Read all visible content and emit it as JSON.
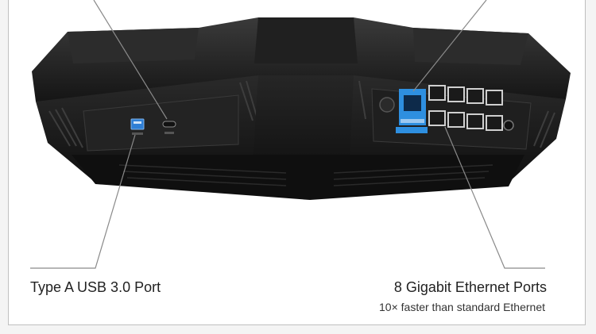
{
  "callouts": {
    "usb": {
      "title": "Type A USB 3.0 Port"
    },
    "ethernet": {
      "title": "8 Gigabit Ethernet Ports",
      "subtitle": "10× faster than standard Ethernet"
    }
  },
  "colors": {
    "router_body": "#1c1c1c",
    "usb_accent": "#2f7fd6",
    "wan_accent": "#2e8fe0",
    "leader_line": "#8a8a8a"
  }
}
